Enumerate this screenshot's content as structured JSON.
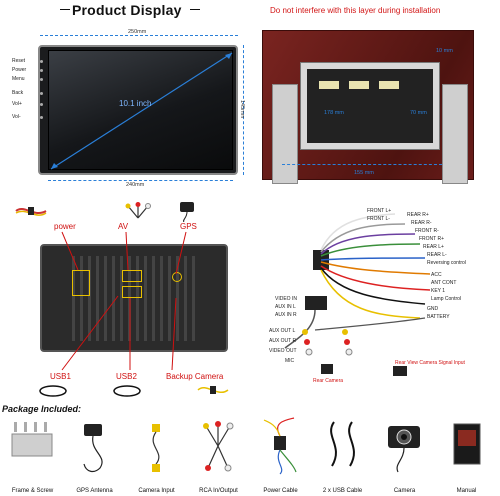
{
  "top": {
    "title": "Product Display",
    "note": "Do not interfere with this layer during installation"
  },
  "head_unit": {
    "buttons": [
      "Reset",
      "Power",
      "Menu",
      "Back",
      "Vol+",
      "Vol-"
    ],
    "width_top": "250mm",
    "width_bottom": "240mm",
    "height": "145mm",
    "diagonal": "10.1 inch"
  },
  "cage": {
    "depth": "10 mm",
    "width": "178 mm",
    "height": "70 mm",
    "bottom": "155 mm"
  },
  "ports": {
    "power": "power",
    "av": "AV",
    "gps": "GPS",
    "usb1": "USB1",
    "usb2": "USB2",
    "backup": "Backup Camera"
  },
  "harness": {
    "labels": [
      "FRONT L+",
      "FRONT L-",
      "REAR R+",
      "REAR R-",
      "FRONT R-",
      "FRONT R+",
      "REAR L+",
      "REAR L-",
      "Reversing control",
      "ACC",
      "ANT CONT",
      "KEY 1",
      "Lamp Control",
      "GND",
      "BATTERY",
      "AUX IN L",
      "AUX IN R",
      "VIDEO IN",
      "AUX OUT L",
      "AUX OUT R",
      "VIDEO OUT",
      "MIC",
      "Rear View Camera Signal Input",
      "Rear Camera"
    ]
  },
  "package": {
    "title": "Package Included:",
    "items": [
      "Frame & Screw",
      "GPS Antenna",
      "Camera Input",
      "RCA In/Output",
      "Power Cable",
      "2 x USB Cable",
      "Camera",
      "Manual"
    ]
  },
  "colors": {
    "accent_red": "#d21414",
    "dim_blue": "#2a7fd8",
    "frame_wood": "#6b1d1a"
  }
}
